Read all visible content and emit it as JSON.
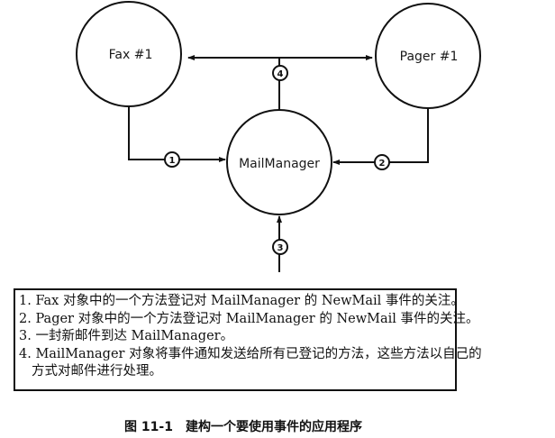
{
  "nodes": {
    "fax": "Fax #1",
    "pager": "Pager #1",
    "mail_manager": "MailManager"
  },
  "steps": [
    "1",
    "2",
    "3",
    "4"
  ],
  "notes": [
    "1. Fax 对象中的一个方法登记对 MailManager 的 NewMail 事件的关注。",
    "2. Pager 对象中的一个方法登记对 MailManager 的 NewMail 事件的关注。",
    "3. 一封新邮件到达 MailManager。",
    "4. MailManager 对象将事件通知发送给所有已登记的方法，这些方法以自己的",
    "方式对邮件进行处理。"
  ],
  "caption": "图 11-1　建构一个要使用事件的应用程序"
}
